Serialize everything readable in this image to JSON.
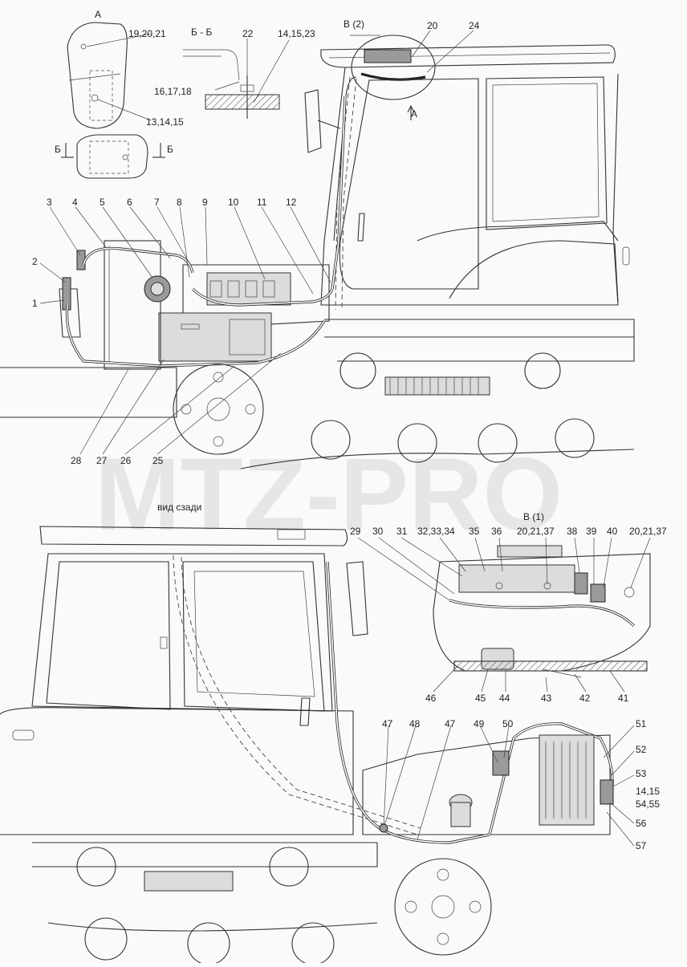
{
  "watermark": "MTZ-PRO",
  "views": {
    "view_a": "А",
    "section_bb": "Б - Б",
    "section_mark_left": "Б",
    "section_mark_right": "Б",
    "view_v2": "В (2)",
    "arrow_a": "А",
    "rear_view": "вид сзади",
    "view_v1": "В (1)"
  },
  "callouts_top": [
    {
      "id": "c-19-20-21",
      "text": "19,20,21"
    },
    {
      "id": "c-13-14-15",
      "text": "13,14,15"
    },
    {
      "id": "c-22",
      "text": "22"
    },
    {
      "id": "c-14-15-23",
      "text": "14,15,23"
    },
    {
      "id": "c-16-17-18",
      "text": "16,17,18"
    },
    {
      "id": "c-20-top",
      "text": "20"
    },
    {
      "id": "c-24",
      "text": "24"
    },
    {
      "id": "c-1",
      "text": "1"
    },
    {
      "id": "c-2",
      "text": "2"
    },
    {
      "id": "c-3",
      "text": "3"
    },
    {
      "id": "c-4",
      "text": "4"
    },
    {
      "id": "c-5",
      "text": "5"
    },
    {
      "id": "c-6",
      "text": "6"
    },
    {
      "id": "c-7",
      "text": "7"
    },
    {
      "id": "c-8",
      "text": "8"
    },
    {
      "id": "c-9",
      "text": "9"
    },
    {
      "id": "c-10",
      "text": "10"
    },
    {
      "id": "c-11",
      "text": "11"
    },
    {
      "id": "c-12",
      "text": "12"
    },
    {
      "id": "c-28",
      "text": "28"
    },
    {
      "id": "c-27",
      "text": "27"
    },
    {
      "id": "c-26",
      "text": "26"
    },
    {
      "id": "c-25",
      "text": "25"
    }
  ],
  "callouts_bottom": [
    {
      "id": "c-29",
      "text": "29"
    },
    {
      "id": "c-30",
      "text": "30"
    },
    {
      "id": "c-31",
      "text": "31"
    },
    {
      "id": "c-32-33-34",
      "text": "32,33,34"
    },
    {
      "id": "c-35",
      "text": "35"
    },
    {
      "id": "c-36",
      "text": "36"
    },
    {
      "id": "c-20-21-37-a",
      "text": "20,21,37"
    },
    {
      "id": "c-38",
      "text": "38"
    },
    {
      "id": "c-39",
      "text": "39"
    },
    {
      "id": "c-40",
      "text": "40"
    },
    {
      "id": "c-20-21-37-b",
      "text": "20,21,37"
    },
    {
      "id": "c-46",
      "text": "46"
    },
    {
      "id": "c-45",
      "text": "45"
    },
    {
      "id": "c-44",
      "text": "44"
    },
    {
      "id": "c-43",
      "text": "43"
    },
    {
      "id": "c-42",
      "text": "42"
    },
    {
      "id": "c-41",
      "text": "41"
    },
    {
      "id": "c-47-a",
      "text": "47"
    },
    {
      "id": "c-48",
      "text": "48"
    },
    {
      "id": "c-47-b",
      "text": "47"
    },
    {
      "id": "c-49",
      "text": "49"
    },
    {
      "id": "c-50",
      "text": "50"
    },
    {
      "id": "c-51",
      "text": "51"
    },
    {
      "id": "c-52",
      "text": "52"
    },
    {
      "id": "c-53",
      "text": "53"
    },
    {
      "id": "c-14-15-b",
      "text": "14,15"
    },
    {
      "id": "c-54-55",
      "text": "54,55"
    },
    {
      "id": "c-56",
      "text": "56"
    },
    {
      "id": "c-57",
      "text": "57"
    }
  ]
}
